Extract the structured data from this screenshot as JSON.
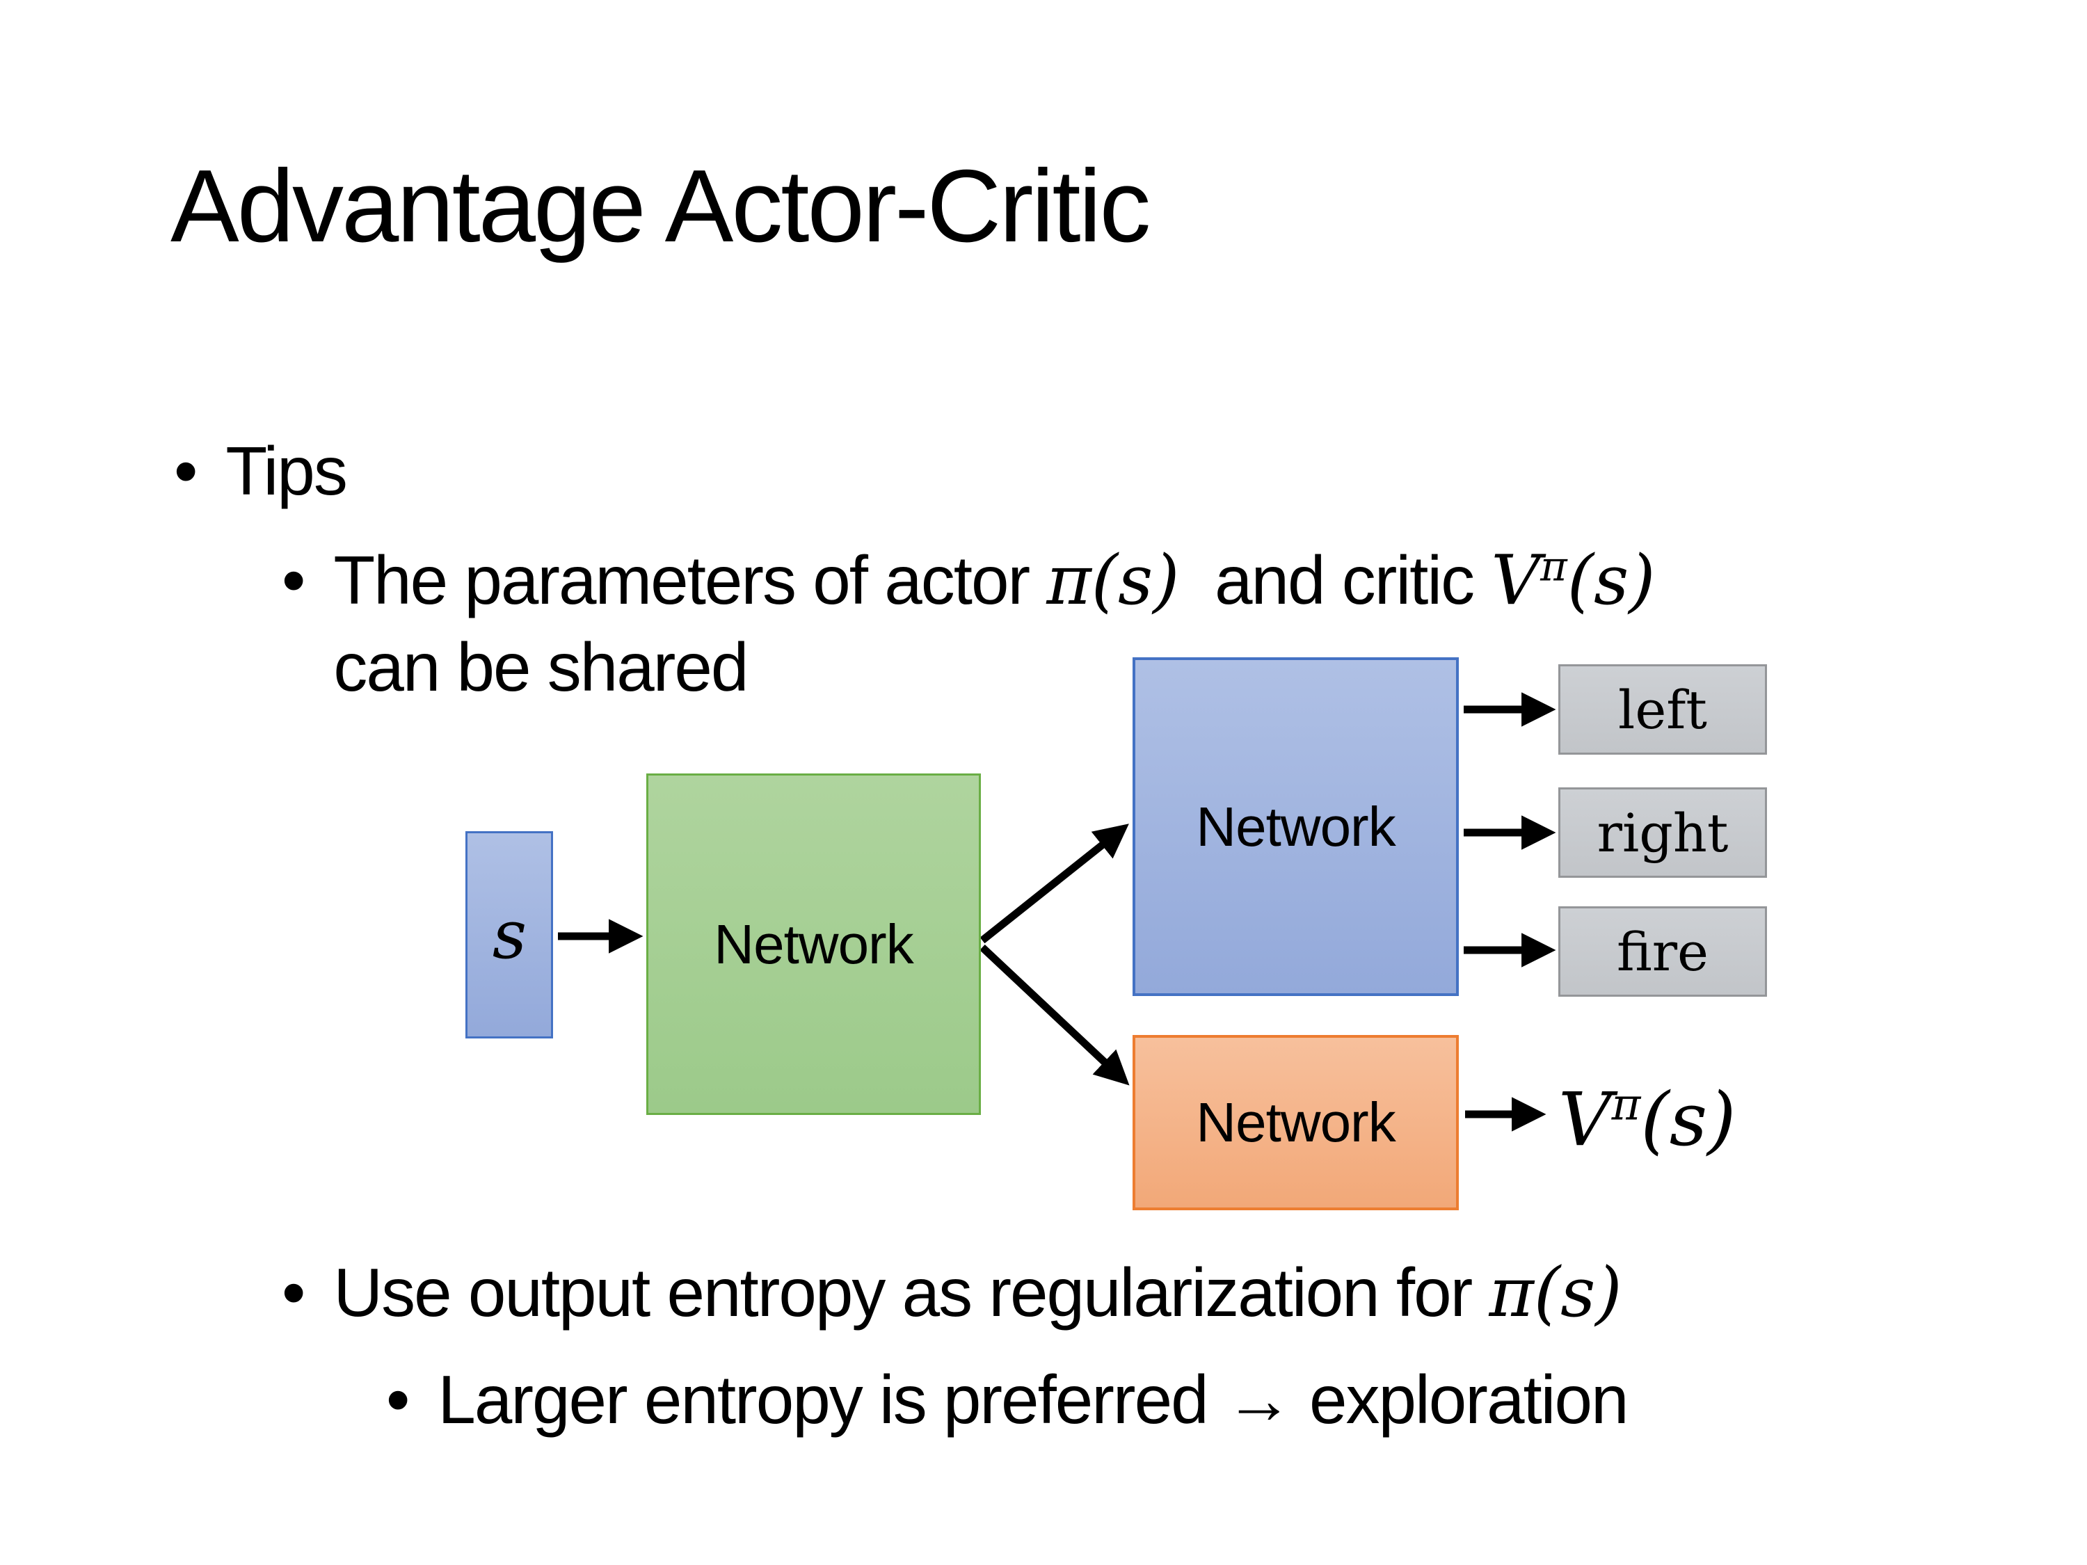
{
  "slide": {
    "title": "Advantage Actor-Critic"
  },
  "bullets": {
    "marker": "•",
    "tips": "Tips",
    "param_prefix": "The parameters of actor ",
    "param_math1": "π(s)",
    "param_mid": "  and critic ",
    "param_value_base": "V",
    "param_value_sup": "π",
    "param_value_args": "(s)",
    "param_line2": "can be shared",
    "entropy_prefix": "Use output entropy as regularization for ",
    "entropy_math": "π(s)",
    "exploration": "Larger entropy is preferred → exploration"
  },
  "diagram": {
    "state_label": "s",
    "shared_network_label": "Network",
    "actor_network_label": "Network",
    "critic_network_label": "Network",
    "actions": [
      "left",
      "right",
      "fire"
    ],
    "value_base": "V",
    "value_sup": "π",
    "value_args": "(s)"
  },
  "colors": {
    "blue_fill_top": "#AFC0E5",
    "blue_fill_bottom": "#93A9DA",
    "blue_border": "#4472C4",
    "green_fill_top": "#AFD49E",
    "green_fill_bottom": "#9CCA8A",
    "green_border": "#6AAE45",
    "orange_fill_top": "#F7C09C",
    "orange_fill_bottom": "#F2A878",
    "orange_border": "#ED7D31",
    "gray_fill_top": "#CDD0D4",
    "gray_fill_bottom": "#C2C5C9",
    "gray_border": "#949699",
    "arrow": "#000000"
  }
}
